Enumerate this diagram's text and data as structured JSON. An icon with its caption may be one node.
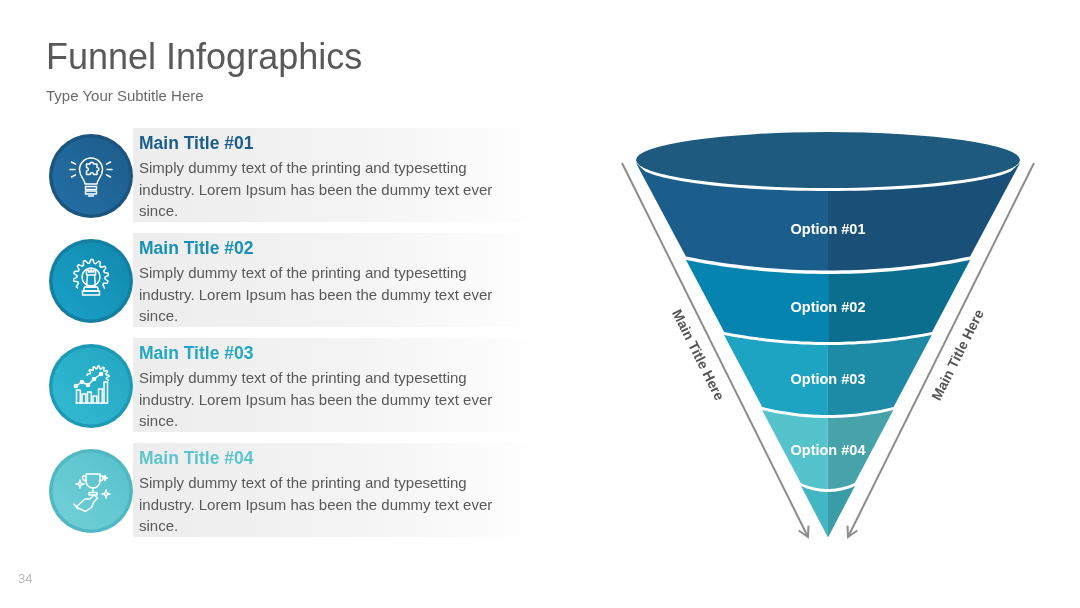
{
  "diagram": {
    "title": "Funnel Infographics",
    "nodes": [
      {
        "text": [
          "Main Title #01",
          "Simply dummy text of the printing and typesetting industry. Lorem Ipsum has been the dummy text ever since."
        ]
      },
      {
        "text": [
          "Main Title #02",
          "Simply dummy text of the printing and typesetting industry. Lorem Ipsum has been the dummy text ever since."
        ]
      },
      {
        "text": [
          "Main Title #03",
          "Simply dummy text of the printing and typesetting industry. Lorem Ipsum has been the dummy text ever since."
        ]
      },
      {
        "text": [
          "Main Title #04",
          "Simply dummy text of the printing and typesetting industry. Lorem Ipsum has been the dummy text ever since."
        ]
      },
      {
        "text": [],
        "shape": "ellipse"
      },
      {
        "text": [
          "Option #01"
        ]
      },
      {
        "text": [
          "Option #02"
        ]
      },
      {
        "text": [
          "Option #03"
        ]
      },
      {
        "text": [
          "Option #04"
        ]
      },
      {
        "text": [],
        "shape": "triangle"
      }
    ],
    "labels": [
      "Type Your Subtitle Here",
      "Main Title Here",
      "Main Title Here",
      "34"
    ]
  }
}
